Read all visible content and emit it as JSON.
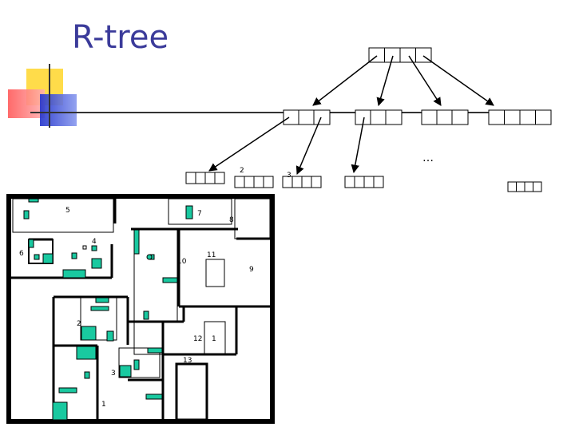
{
  "slide": {
    "title": "R-tree",
    "accent_colors": {
      "title": "#3b3b9a",
      "yellow": "#ffdc4a",
      "red": "#ff6b6b",
      "blue": "#3344dd",
      "line": "#333333",
      "entry_fill": "#19c9a0"
    }
  },
  "tree": {
    "ellipsis": "…",
    "level1_labels": [
      "2",
      "3"
    ]
  },
  "map": {
    "region_labels": [
      "5",
      "7",
      "8",
      "4",
      "6",
      "11",
      "10",
      "9",
      "2",
      "12",
      "1",
      "13",
      "3",
      "1"
    ]
  }
}
